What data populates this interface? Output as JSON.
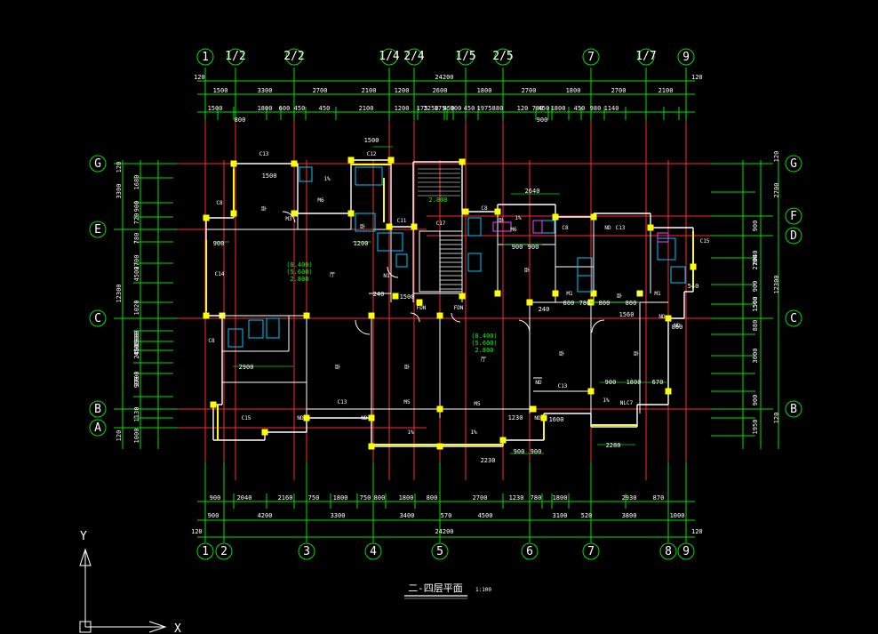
{
  "drawing": {
    "title": "二-四层平面",
    "scale": "1:100",
    "ucs_x": "X",
    "ucs_y": "Y"
  },
  "axes_top": [
    "1",
    "1/2",
    "2/2",
    "1/4",
    "2/4",
    "1/5",
    "2/5",
    "7",
    "1/7",
    "9"
  ],
  "axes_bottom": [
    "1",
    "2",
    "3",
    "4",
    "5",
    "6",
    "7",
    "8",
    "9"
  ],
  "axes_left": [
    "G",
    "E",
    "C",
    "B",
    "A"
  ],
  "axes_right": [
    "G",
    "F",
    "D",
    "C",
    "B"
  ],
  "dims": {
    "top_total": "24200",
    "top_edge_left": "120",
    "top_edge_right": "120",
    "top_row1": [
      "1500",
      "3300",
      "2700",
      "2100",
      "1200",
      "2600",
      "1800",
      "2700",
      "1800",
      "2700",
      "2100"
    ],
    "top_row2": [
      "1500",
      "1800",
      "600",
      "450",
      "450",
      "2100",
      "1200",
      "175",
      "2250",
      "175",
      "450",
      "900",
      "450",
      "1975",
      "880",
      "120",
      "780",
      "450",
      "1800",
      "450",
      "980",
      "1140"
    ],
    "top_row2_extra": [
      "800",
      "900"
    ],
    "bottom_row1": [
      "900",
      "2040",
      "2160",
      "750",
      "1800",
      "750",
      "800",
      "1800",
      "800",
      "2700",
      "1230",
      "780",
      "1800",
      "2930",
      "870"
    ],
    "bottom_row2": [
      "900",
      "4200",
      "3300",
      "3400",
      "570",
      "4500",
      "3100",
      "520",
      "3800",
      "1000"
    ],
    "bottom_total": "24200",
    "bottom_edge_left": "120",
    "bottom_edge_right": "120",
    "left_outer": [
      "120",
      "3300",
      "12300",
      "120"
    ],
    "left_inner": [
      "1680",
      "900",
      "720",
      "780",
      "4500",
      "2700",
      "1020",
      "1800",
      "900",
      "450",
      "2460",
      "2700",
      "900",
      "1130",
      "1000"
    ],
    "right_outer": [
      "120",
      "2700",
      "12300",
      "120"
    ],
    "right_inner": [
      "900",
      "2040",
      "2700",
      "900",
      "1500",
      "1500",
      "3600",
      "900",
      "1950",
      "880"
    ],
    "interior": [
      "1500",
      "1500",
      "1200",
      "900",
      "2900",
      "2640",
      "900",
      "900",
      "800",
      "780",
      "800",
      "240",
      "800",
      "1560",
      "900",
      "1800",
      "670",
      "1230",
      "2280",
      "240",
      "1500",
      "1600",
      "2230",
      "900",
      "900",
      "540",
      "800"
    ]
  },
  "rooms": [
    "卧",
    "卧",
    "厅",
    "卧",
    "卧",
    "卧",
    "卧",
    "厅",
    "卧",
    "卧",
    "卧"
  ],
  "windows": [
    "C13",
    "C12",
    "C8",
    "C14",
    "C8",
    "C15",
    "C13",
    "M5",
    "M6",
    "C11",
    "C17",
    "C8",
    "M6",
    "C8",
    "C13",
    "C15",
    "C13",
    "NLC7",
    "M5",
    "M1",
    "M1",
    "M1",
    "M3",
    "N1",
    "FDN",
    "FDN",
    "ND",
    "ND",
    "ND",
    "ND",
    "ND",
    "ND",
    "ND",
    "ND"
  ],
  "levels": {
    "left": [
      "(8.400)",
      "(5.600)",
      "2.800"
    ],
    "center": [
      "(8.400)",
      "(5.600)",
      "2.800"
    ],
    "stair": "2.800"
  },
  "slope": [
    "1%",
    "1%",
    "1%",
    "1%",
    "1%"
  ]
}
